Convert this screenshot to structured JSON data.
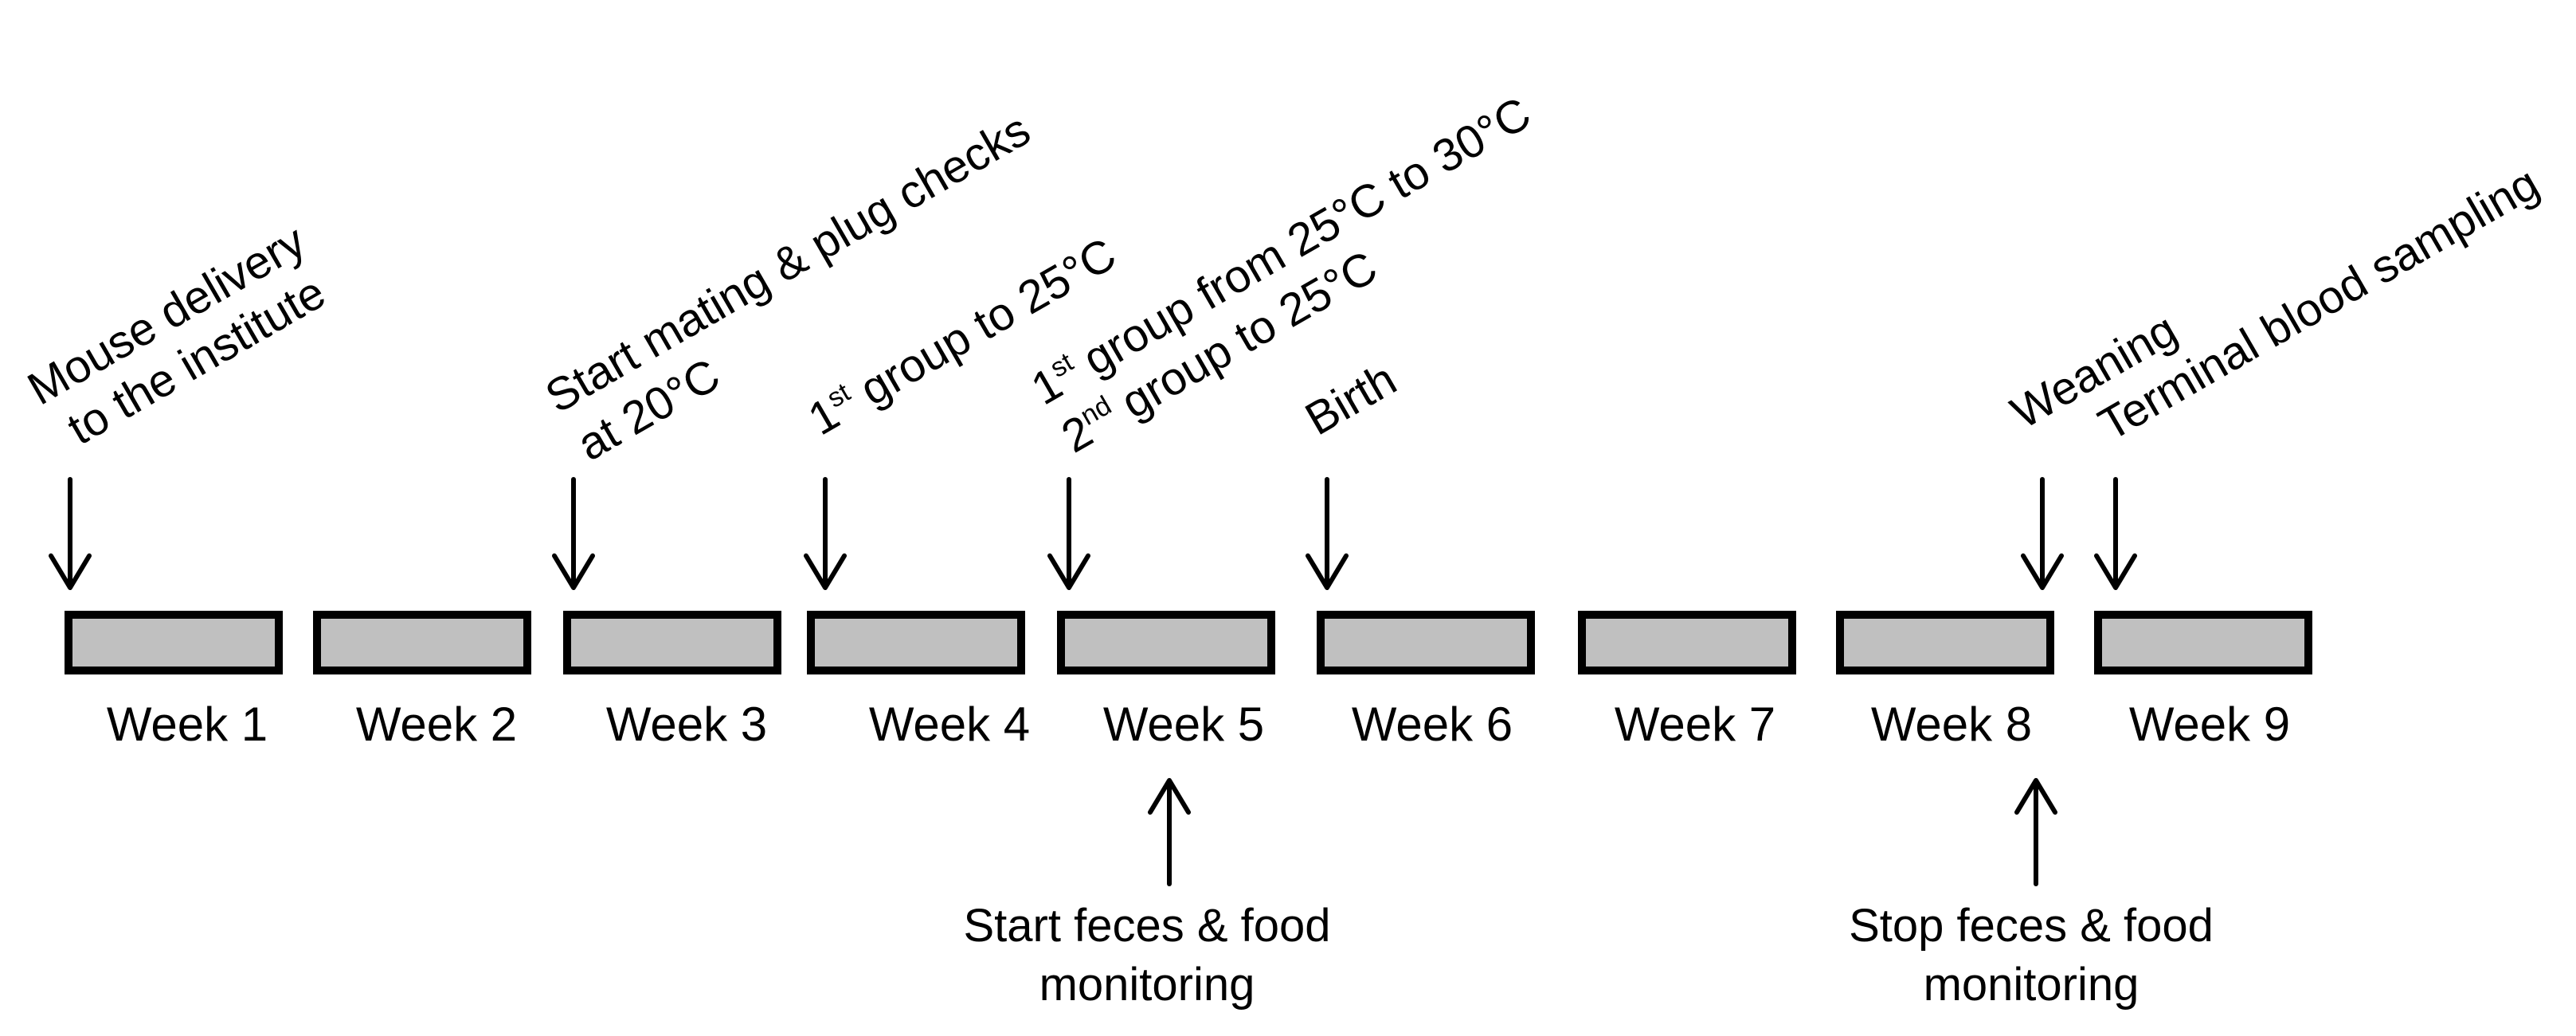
{
  "weeks": [
    "Week 1",
    "Week 2",
    "Week 3",
    "Week 4",
    "Week 5",
    "Week 6",
    "Week 7",
    "Week 8",
    "Week 9"
  ],
  "colors": {
    "box_fill": "#c0c0c0",
    "stroke": "#000000",
    "background": "#ffffff"
  },
  "events_top": {
    "delivery": {
      "line1": "Mouse delivery",
      "line2": "to the institute"
    },
    "mating": {
      "line1": "Start mating & plug checks",
      "line2": "at 20°C"
    },
    "group1": {
      "num": "1",
      "sup": "st",
      "text": " group to 25°C"
    },
    "group_switch": {
      "line1_num": "1",
      "line1_sup": "st",
      "line1_text": " group from 25°C to 30°C",
      "line2_num": "2",
      "line2_sup": "nd",
      "line2_text": " group to 25°C"
    },
    "birth": "Birth",
    "weaning": "Weaning",
    "terminal": "Terminal blood sampling"
  },
  "events_bottom": {
    "start": {
      "line1": "Start feces & food",
      "line2": "monitoring"
    },
    "stop": {
      "line1": "Stop feces & food",
      "line2": "monitoring"
    }
  }
}
